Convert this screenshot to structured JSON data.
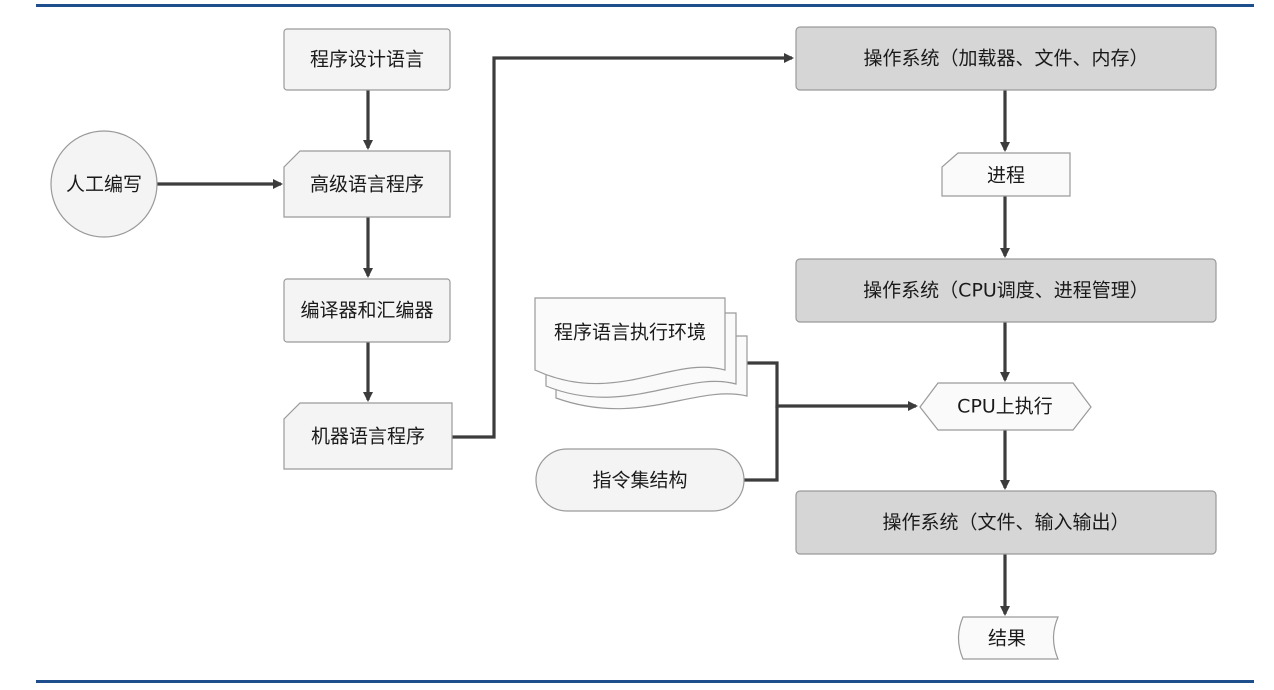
{
  "nodes": {
    "programming_language": "程序设计语言",
    "manual_writing": "人工编写",
    "high_level_program": "高级语言程序",
    "compiler_assembler": "编译器和汇编器",
    "machine_program": "机器语言程序",
    "os_loader": "操作系统（加载器、文件、内存）",
    "process": "进程",
    "os_cpu_scheduling": "操作系统（CPU调度、进程管理）",
    "runtime_env": "程序语言执行环境",
    "instruction_set": "指令集结构",
    "cpu_execute": "CPU上执行",
    "os_file_io": "操作系统（文件、输入输出）",
    "result": "结果"
  }
}
